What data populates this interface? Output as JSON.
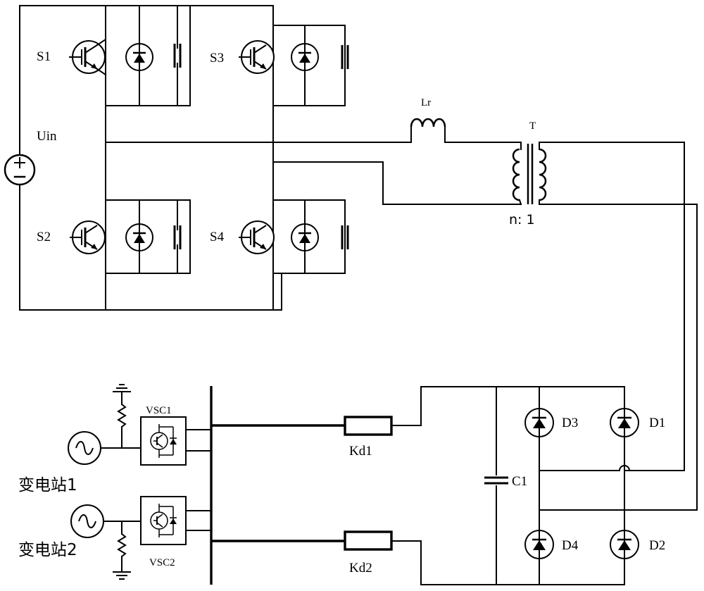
{
  "labels": {
    "s1": "S1",
    "s2": "S2",
    "s3": "S3",
    "s4": "S4",
    "uin": "Uin",
    "lr": "Lr",
    "t": "T",
    "ratio": "n: 1",
    "vsc1": "VSC1",
    "vsc2": "VSC2",
    "station1": "变电站1",
    "station2": "变电站2",
    "kd1": "Kd1",
    "kd2": "Kd2",
    "c1": "C1",
    "d1": "D1",
    "d2": "D2",
    "d3": "D3",
    "d4": "D4"
  }
}
